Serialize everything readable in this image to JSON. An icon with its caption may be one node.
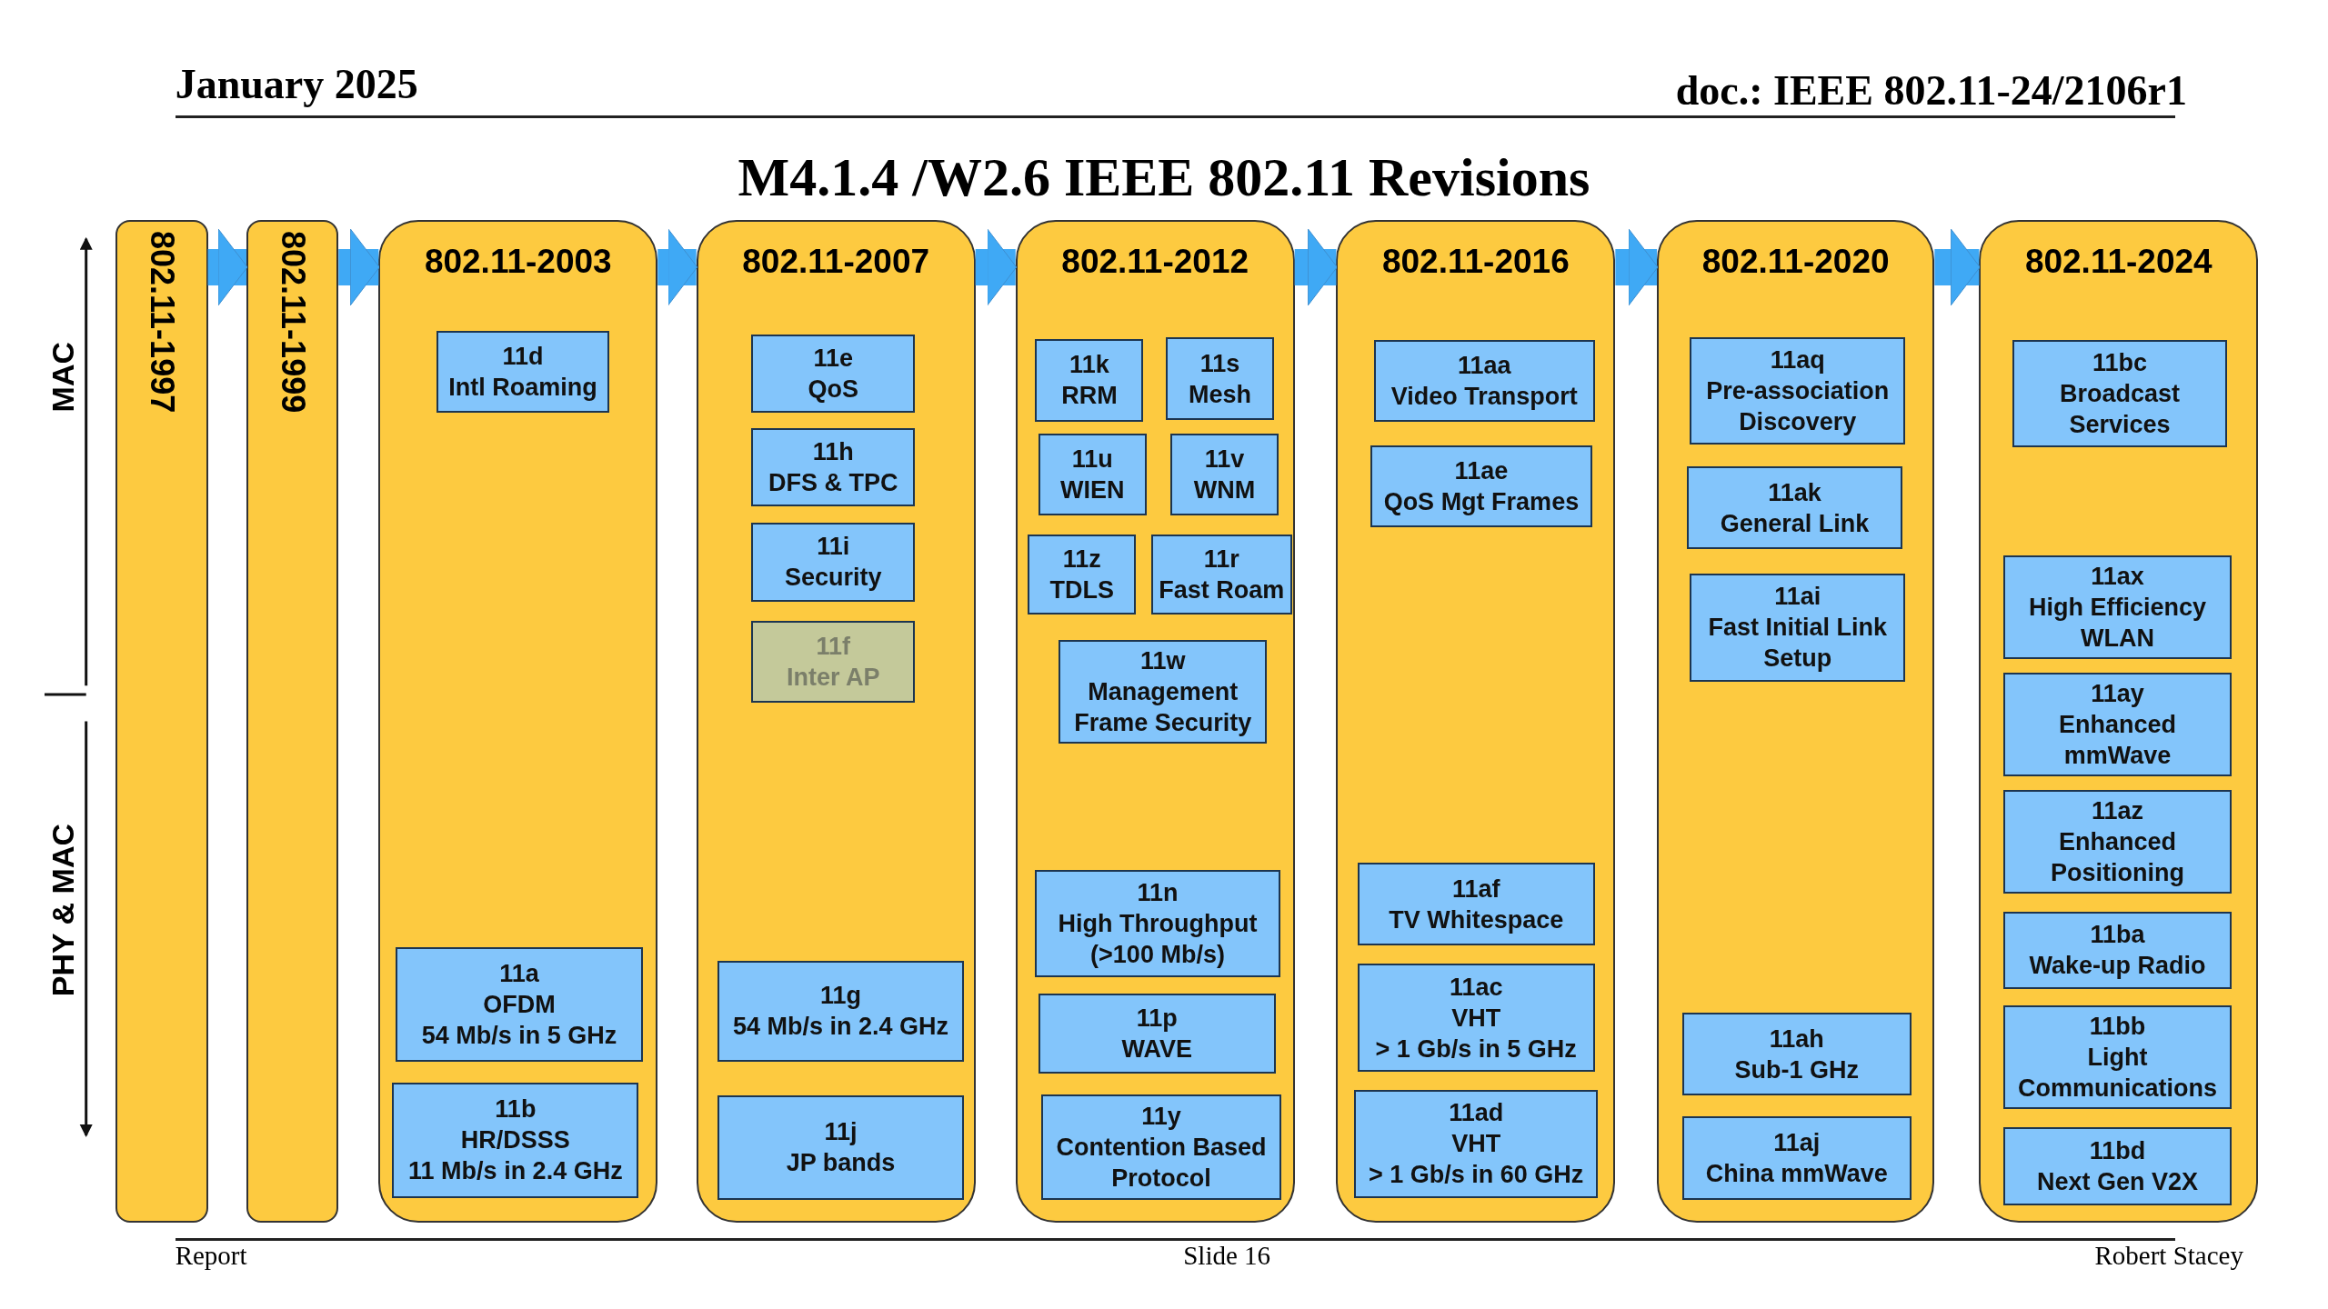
{
  "diagram": {
    "title": "M4.1.4 /W2.6 IEEE 802.11 Revisions",
    "nodes": [
      {
        "text": [
          "802.11-1997"
        ]
      },
      {
        "text": [
          "802.11-1999"
        ]
      },
      {
        "text": [
          "802.11-2003"
        ]
      },
      {
        "text": [
          "11d",
          "Intl Roaming"
        ],
        "in": 2
      },
      {
        "text": [
          "11a",
          "OFDM",
          "54 Mb/s in 5 GHz"
        ],
        "in": 2
      },
      {
        "text": [
          "11b",
          "HR/DSSS",
          "11 Mb/s in 2.4 GHz"
        ],
        "in": 2
      },
      {
        "text": [
          "802.11-2007"
        ]
      },
      {
        "text": [
          "11e",
          "QoS"
        ],
        "in": 6
      },
      {
        "text": [
          "11h",
          "DFS & TPC"
        ],
        "in": 6
      },
      {
        "text": [
          "11i",
          "Security"
        ],
        "in": 6
      },
      {
        "text": [
          "11f",
          "Inter AP"
        ],
        "in": 6
      },
      {
        "text": [
          "11g",
          "54 Mb/s in 2.4 GHz"
        ],
        "in": 6
      },
      {
        "text": [
          "11j",
          "JP bands"
        ],
        "in": 6
      },
      {
        "text": [
          "802.11-2012"
        ]
      },
      {
        "text": [
          "11k",
          "RRM"
        ],
        "in": 13
      },
      {
        "text": [
          "11s",
          "Mesh"
        ],
        "in": 13
      },
      {
        "text": [
          "11u",
          "WIEN"
        ],
        "in": 13
      },
      {
        "text": [
          "11v",
          "WNM"
        ],
        "in": 13
      },
      {
        "text": [
          "11z",
          "TDLS"
        ],
        "in": 13
      },
      {
        "text": [
          "11r",
          "Fast Roam"
        ],
        "in": 13
      },
      {
        "text": [
          "11w",
          "Management",
          "Frame Security"
        ],
        "in": 13
      },
      {
        "text": [
          "11n",
          "High Throughput",
          "(>100 Mb/s)"
        ],
        "in": 13
      },
      {
        "text": [
          "11p",
          "WAVE"
        ],
        "in": 13
      },
      {
        "text": [
          "11y",
          "Contention Based",
          "Protocol"
        ],
        "in": 13
      },
      {
        "text": [
          "802.11-2016"
        ]
      },
      {
        "text": [
          "11aa",
          "Video Transport"
        ],
        "in": 24
      },
      {
        "text": [
          "11ae",
          "QoS Mgt Frames"
        ],
        "in": 24
      },
      {
        "text": [
          "11af",
          "TV Whitespace"
        ],
        "in": 24
      },
      {
        "text": [
          "11ac",
          "VHT",
          "> 1 Gb/s in 5 GHz"
        ],
        "in": 24
      },
      {
        "text": [
          "11ad",
          "VHT",
          "> 1 Gb/s in 60 GHz"
        ],
        "in": 24
      },
      {
        "text": [
          "802.11-2020"
        ]
      },
      {
        "text": [
          "11aq",
          "Pre-association",
          "Discovery"
        ],
        "in": 30
      },
      {
        "text": [
          "11ak",
          "General Link"
        ],
        "in": 30
      },
      {
        "text": [
          "11ai",
          "Fast Initial Link",
          "Setup"
        ],
        "in": 30
      },
      {
        "text": [
          "11ah",
          "Sub-1 GHz"
        ],
        "in": 30
      },
      {
        "text": [
          "11aj",
          "China mmWave"
        ],
        "in": 30
      },
      {
        "text": [
          "802.11-2024"
        ]
      },
      {
        "text": [
          "11bc",
          "Broadcast",
          "Services"
        ],
        "in": 36
      },
      {
        "text": [
          "11ax",
          "High Efficiency",
          "WLAN"
        ],
        "in": 36
      },
      {
        "text": [
          "11ay",
          "Enhanced",
          "mmWave"
        ],
        "in": 36
      },
      {
        "text": [
          "11az",
          "Enhanced",
          "Positioning"
        ],
        "in": 36
      },
      {
        "text": [
          "11ba",
          "Wake-up Radio"
        ],
        "in": 36
      },
      {
        "text": [
          "11bb",
          "Light",
          "Communications"
        ],
        "in": 36
      },
      {
        "text": [
          "11bd",
          "Next Gen V2X"
        ],
        "in": 36
      }
    ],
    "edges": [
      {
        "from": 0,
        "to": 1,
        "arrow": "to"
      },
      {
        "from": 1,
        "to": 2,
        "arrow": "to"
      },
      {
        "from": 2,
        "to": 6,
        "arrow": "to"
      },
      {
        "from": 6,
        "to": 13,
        "arrow": "to"
      },
      {
        "from": 13,
        "to": 24,
        "arrow": "to"
      },
      {
        "from": 24,
        "to": 30,
        "arrow": "to"
      },
      {
        "from": 30,
        "to": 36,
        "arrow": "to"
      }
    ],
    "labels": [
      "January 2025",
      "doc.: IEEE 802.11-24/2106r1",
      "MAC",
      "PHY & MAC",
      "Report",
      "Slide 16",
      "Robert Stacey"
    ]
  }
}
